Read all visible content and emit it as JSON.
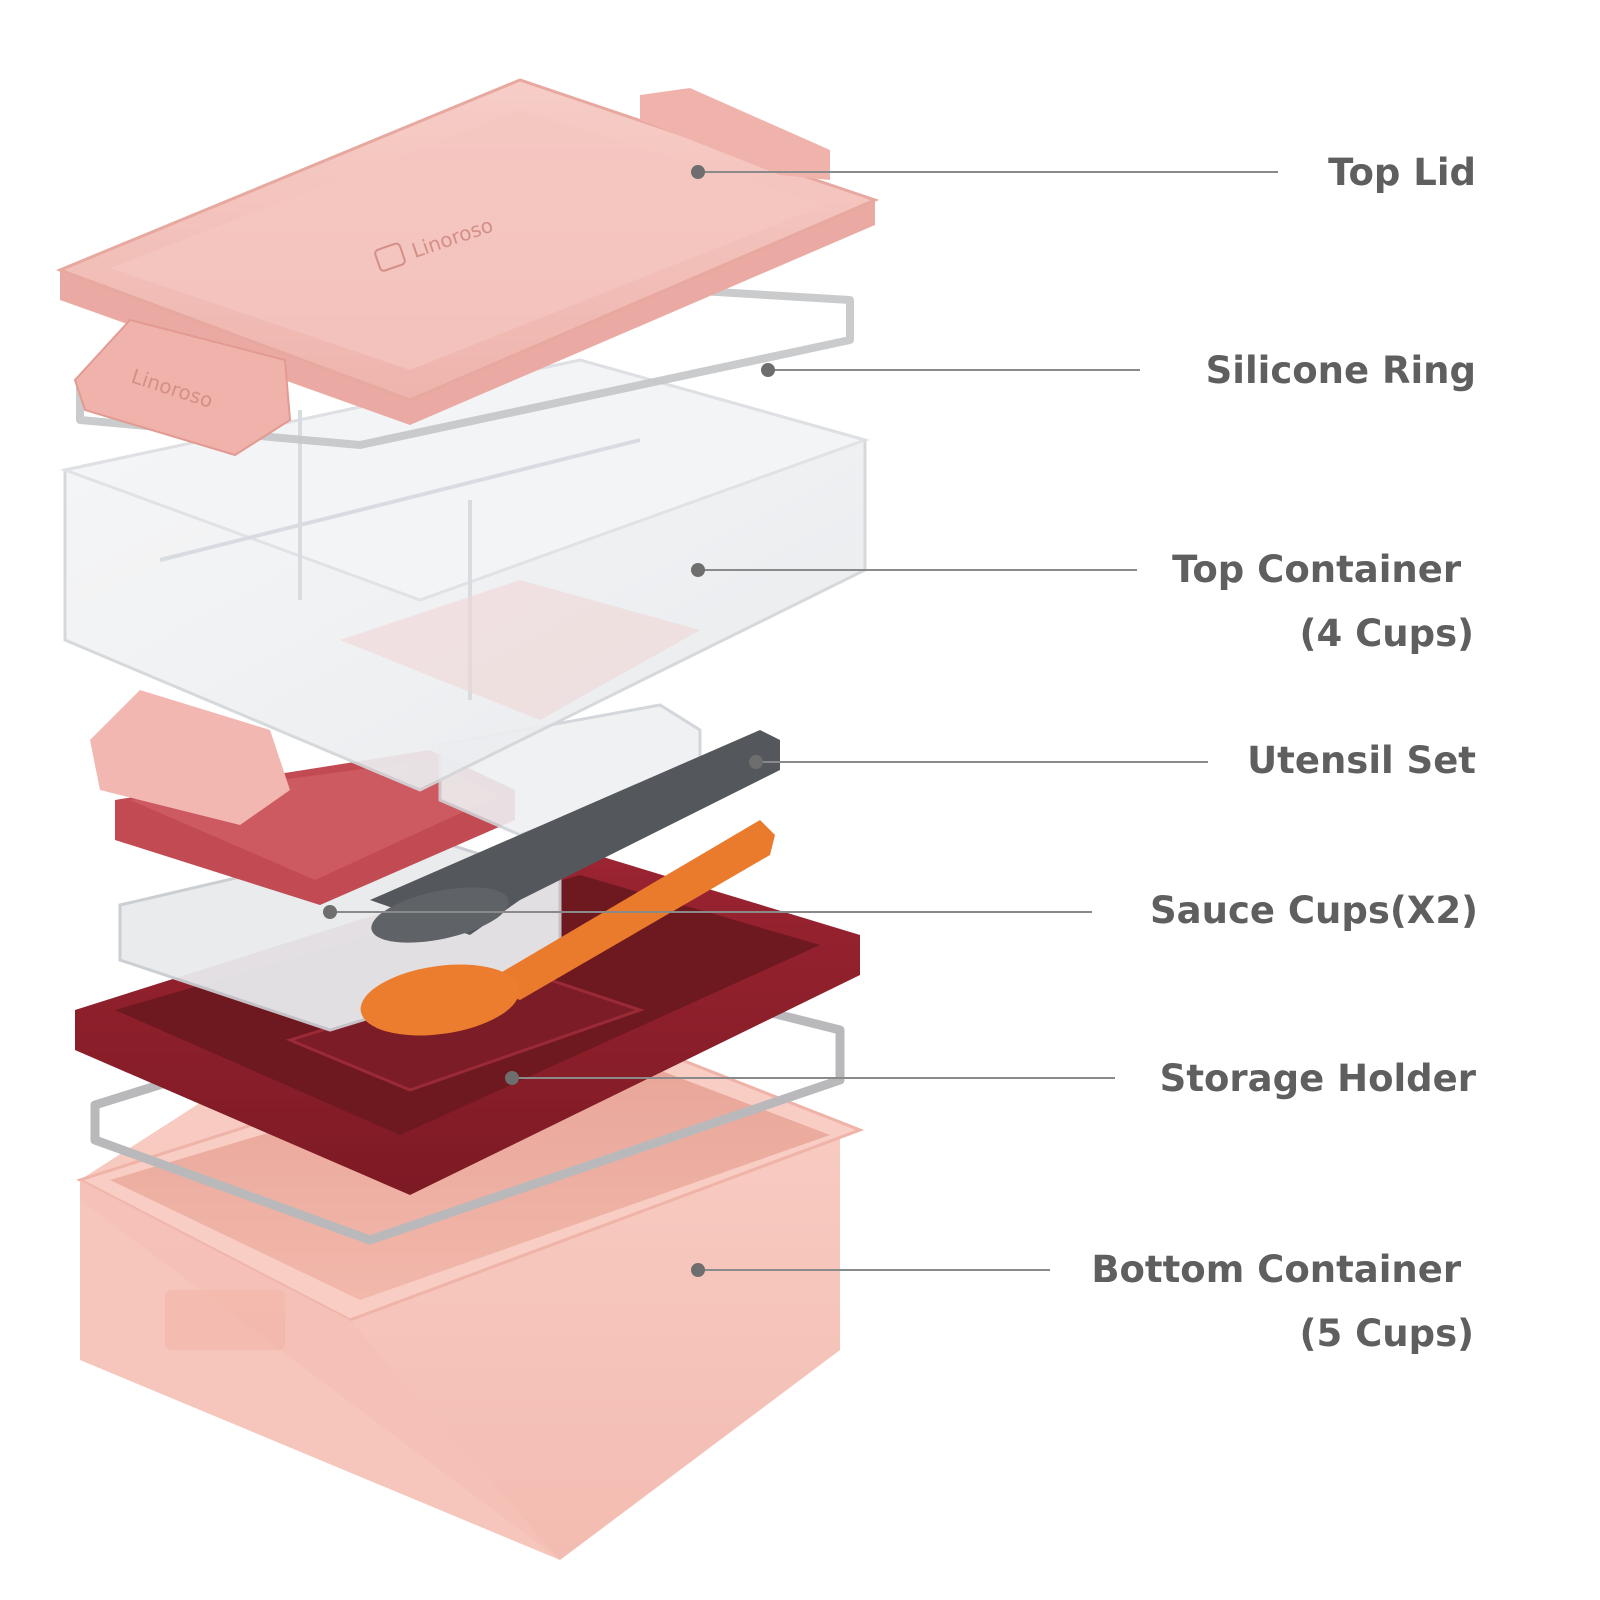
{
  "brand": "Linoroso",
  "colors": {
    "lid_pink": "#f3c2bd",
    "lid_pink_edge": "#e8a9a3",
    "clear_plastic": "#eef0f2",
    "sauce_cup_lid": "#c14a52",
    "storage_holder": "#8e1f2a",
    "utensil_dark": "#54575b",
    "utensil_orange": "#ea7a2c",
    "bottom_pink": "#f6c3b9",
    "silicone_ring": "#b9b9bc",
    "label_text": "#5f5f5f",
    "leader_line": "#8a8a8a"
  },
  "labels": [
    {
      "id": "top-lid",
      "lines": [
        "Top Lid"
      ]
    },
    {
      "id": "silicone-ring",
      "lines": [
        "Silicone Ring"
      ]
    },
    {
      "id": "top-container",
      "lines": [
        "Top Container",
        "(4 Cups)"
      ]
    },
    {
      "id": "utensil-set",
      "lines": [
        "Utensil Set"
      ]
    },
    {
      "id": "sauce-cups",
      "lines": [
        "Sauce Cups(X2)"
      ]
    },
    {
      "id": "storage-holder",
      "lines": [
        "Storage Holder"
      ]
    },
    {
      "id": "bottom-container",
      "lines": [
        "Bottom Container",
        "(5 Cups)"
      ]
    }
  ]
}
